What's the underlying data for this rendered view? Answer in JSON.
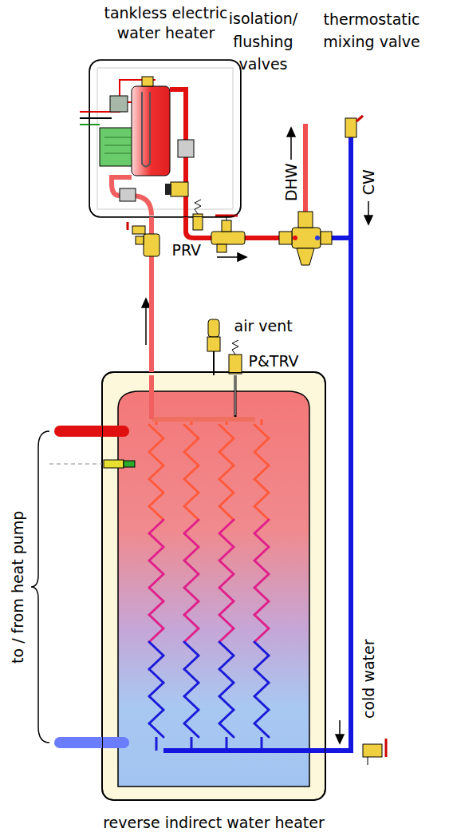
{
  "diagram": {
    "nodes": [
      {
        "text": [
          "tankless electric water heater"
        ]
      },
      {
        "text": [
          "reverse indirect water heater"
        ]
      }
    ],
    "edges": [
      {
        "from": 1,
        "to": 0,
        "arrow": "none"
      }
    ],
    "labels": [
      "isolation/ flushing valves",
      "thermostatic mixing valve",
      "DHW",
      "CW",
      "PRV",
      "air vent",
      "P&TRV",
      "to / from heat pump",
      "cold water"
    ]
  }
}
